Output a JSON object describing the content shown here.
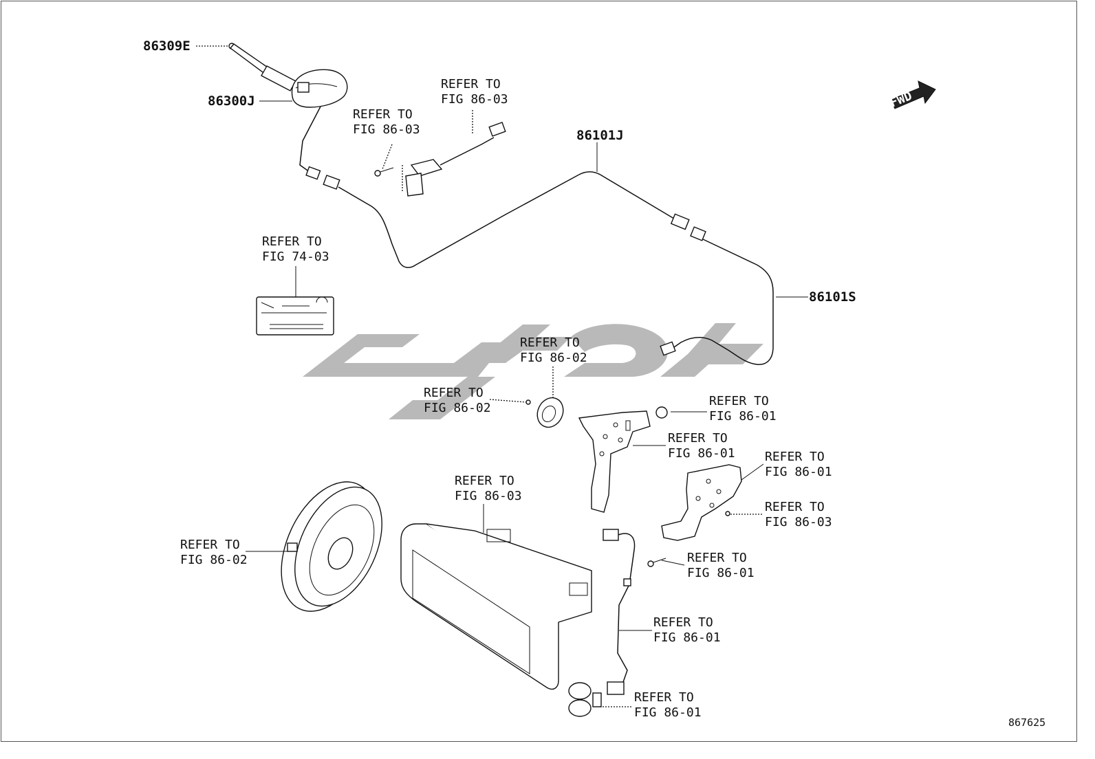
{
  "parts": {
    "antenna_rod": "86309E",
    "antenna_base": "86300J",
    "cable_front": "86101J",
    "cable_rear": "86101S"
  },
  "refer_labels": {
    "r1_line1": "REFER TO",
    "r1_line2": "FIG 86-03",
    "r2_line1": "REFER TO",
    "r2_line2": "FIG 86-03",
    "r3_line1": "REFER TO",
    "r3_line2": "FIG 74-03",
    "r4_line1": "REFER TO",
    "r4_line2": "FIG 86-02",
    "r5_line1": "REFER TO",
    "r5_line2": "FIG 86-02",
    "r6_line1": "REFER TO",
    "r6_line2": "FIG 86-01",
    "r7_line1": "REFER TO",
    "r7_line2": "FIG 86-01",
    "r8_line1": "REFER TO",
    "r8_line2": "FIG 86-01",
    "r9_line1": "REFER TO",
    "r9_line2": "FIG 86-03",
    "r10_line1": "REFER TO",
    "r10_line2": "FIG 86-03",
    "r11_line1": "REFER TO",
    "r11_line2": "FIG 86-02",
    "r12_line1": "REFER TO",
    "r12_line2": "FIG 86-01",
    "r13_line1": "REFER TO",
    "r13_line2": "FIG 86-01",
    "r14_line1": "REFER TO",
    "r14_line2": "FIG 86-01"
  },
  "fwd_label": "FWD",
  "figure_number": "867625"
}
